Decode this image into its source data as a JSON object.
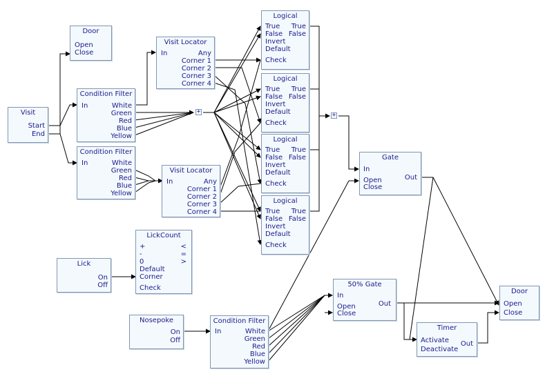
{
  "nodes": {
    "door_top": {
      "title": "Door",
      "in": [
        "Open",
        "Close"
      ]
    },
    "visit": {
      "title": "Visit",
      "out": [
        "Start",
        "End"
      ]
    },
    "cf1": {
      "title": "Condition Filter",
      "in": [
        "In"
      ],
      "out": [
        "White",
        "Green",
        "Red",
        "Blue",
        "Yellow"
      ]
    },
    "cf2": {
      "title": "Condition Filter",
      "in": [
        "In"
      ],
      "out": [
        "White",
        "Green",
        "Red",
        "Blue",
        "Yellow"
      ]
    },
    "vl1": {
      "title": "Visit Locator",
      "in": [
        "In"
      ],
      "out": [
        "Any",
        "Corner 1",
        "Corner 2",
        "Corner 3",
        "Corner 4"
      ]
    },
    "vl2": {
      "title": "Visit Locator",
      "in": [
        "In"
      ],
      "out": [
        "Any",
        "Corner 1",
        "Corner 2",
        "Corner 3",
        "Corner 4"
      ]
    },
    "log1": {
      "title": "Logical",
      "in": [
        "True",
        "False",
        "Invert",
        "Default",
        "Check"
      ],
      "out": [
        "True",
        "False"
      ]
    },
    "log2": {
      "title": "Logical",
      "in": [
        "True",
        "False",
        "Invert",
        "Default",
        "Check"
      ],
      "out": [
        "True",
        "False"
      ]
    },
    "log3": {
      "title": "Logical",
      "in": [
        "True",
        "False",
        "Invert",
        "Default",
        "Check"
      ],
      "out": [
        "True",
        "False"
      ]
    },
    "log4": {
      "title": "Logical",
      "in": [
        "True",
        "False",
        "Invert",
        "Default",
        "Check"
      ],
      "out": [
        "True",
        "False"
      ]
    },
    "gate": {
      "title": "Gate",
      "in": [
        "In",
        "Open",
        "Close"
      ],
      "out": [
        "Out"
      ]
    },
    "lickcount": {
      "title": "LickCount",
      "in": [
        "+",
        "-",
        "0",
        "Default",
        "Corner",
        "Check"
      ],
      "out": [
        "<",
        "=",
        ">"
      ]
    },
    "lick": {
      "title": "Lick",
      "out": [
        "On",
        "Off"
      ]
    },
    "nosepoke": {
      "title": "Nosepoke",
      "out": [
        "On",
        "Off"
      ]
    },
    "cf3": {
      "title": "Condition Filter",
      "in": [
        "In"
      ],
      "out": [
        "White",
        "Green",
        "Red",
        "Blue",
        "Yellow"
      ]
    },
    "gate50": {
      "title": "50% Gate",
      "in": [
        "In",
        "Open",
        "Close"
      ],
      "out": [
        "Out"
      ]
    },
    "timer": {
      "title": "Timer",
      "in": [
        "Activate",
        "Deactivate"
      ],
      "out": [
        "Out"
      ]
    },
    "door_bottom": {
      "title": "Door",
      "in": [
        "Open",
        "Close"
      ]
    }
  },
  "junctions": {
    "plus1": "+",
    "plus2": "+"
  }
}
